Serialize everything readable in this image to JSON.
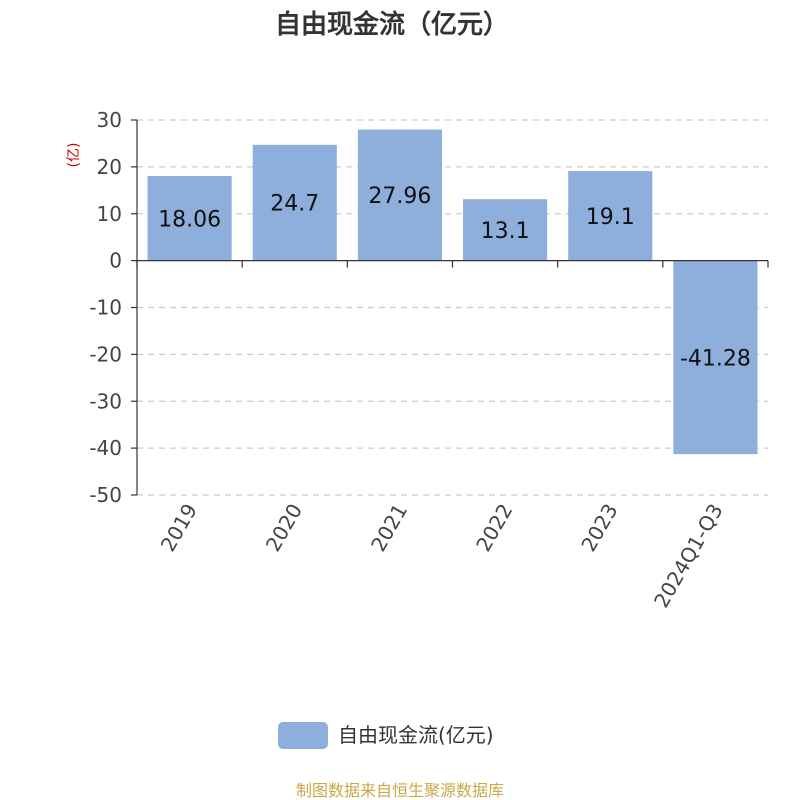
{
  "chart_data": {
    "type": "bar",
    "title": "自由现金流（亿元）",
    "ylabel": "(亿)",
    "xlabel": "",
    "categories": [
      "2019",
      "2020",
      "2021",
      "2022",
      "2023",
      "2024Q1-Q3"
    ],
    "series": [
      {
        "name": "自由现金流(亿元)",
        "values": [
          18.06,
          24.7,
          27.96,
          13.1,
          19.1,
          -41.28
        ],
        "labels": [
          "18.06",
          "24.7",
          "27.96",
          "13.1",
          "19.1",
          "-41.28"
        ],
        "color": "#8eaedb"
      }
    ],
    "ylim": [
      -50,
      30
    ],
    "yticks": [
      30,
      20,
      10,
      0,
      -10,
      -20,
      -30,
      -40,
      -50
    ],
    "grid": true,
    "legend_position": "bottom"
  },
  "source": "制图数据来自恒生聚源数据库"
}
